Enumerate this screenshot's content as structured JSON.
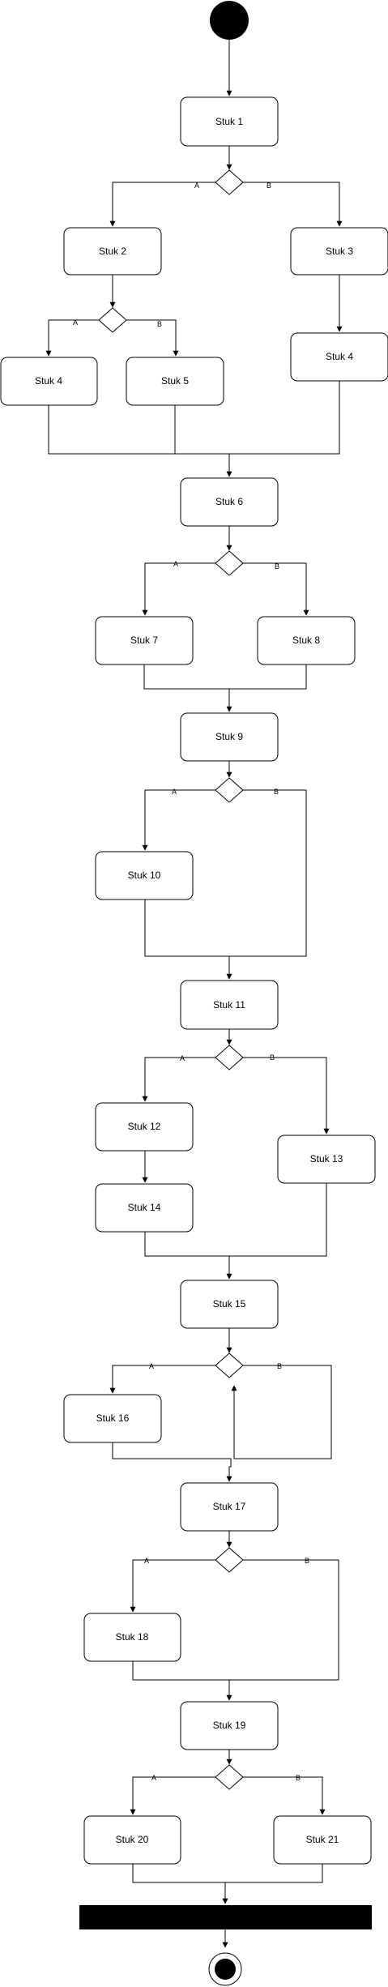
{
  "nodes": {
    "s1": "Stuk 1",
    "s2": "Stuk 2",
    "s3": "Stuk 3",
    "s4a": "Stuk 4",
    "s4b": "Stuk 4",
    "s5": "Stuk 5",
    "s6": "Stuk 6",
    "s7": "Stuk 7",
    "s8": "Stuk 8",
    "s9": "Stuk 9",
    "s10": "Stuk 10",
    "s11": "Stuk 11",
    "s12": "Stuk 12",
    "s13": "Stuk 13",
    "s14": "Stuk 14",
    "s15": "Stuk 15",
    "s16": "Stuk 16",
    "s17": "Stuk 17",
    "s18": "Stuk 18",
    "s19": "Stuk 19",
    "s20": "Stuk 20",
    "s21": "Stuk 21"
  },
  "branch_labels": {
    "a": "A",
    "b": "B"
  }
}
